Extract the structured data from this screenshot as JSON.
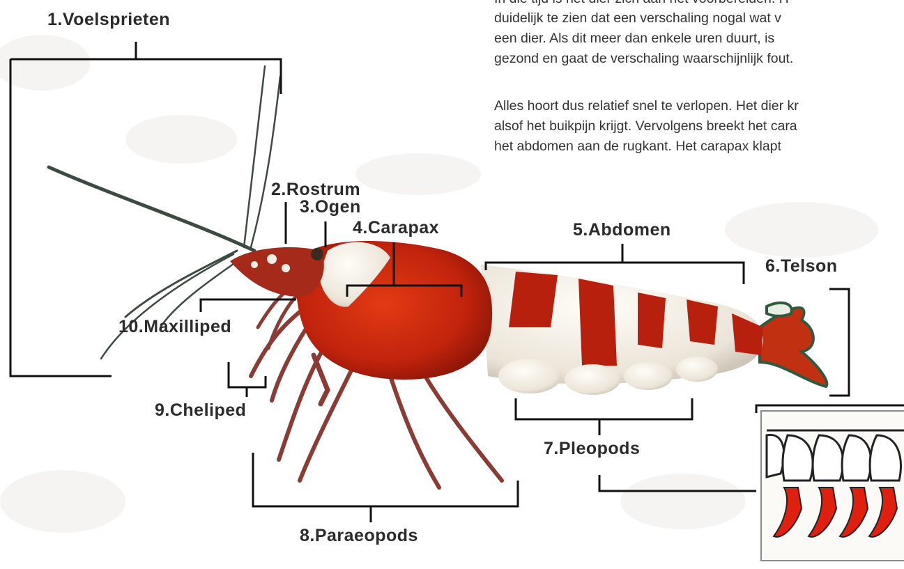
{
  "labels": {
    "antennae": "1.Voelsprieten",
    "rostrum": "2.Rostrum",
    "eyes": "3.Ogen",
    "carapace": "4.Carapax",
    "abdomen": "5.Abdomen",
    "telson": "6.Telson",
    "pleopods": "7.Pleopods",
    "paraeopods": "8.Paraeopods",
    "cheliped": "9.Cheliped",
    "maxilliped": "10.Maxilliped"
  },
  "text": {
    "line_top_cut": "In die tijd is het dier zich aan het voorbereiden. H",
    "line1": "duidelijk te zien dat een verschaling nogal wat v",
    "line2": "een dier. Als dit meer dan enkele uren duurt, is",
    "line3": "gezond en gaat de verschaling waarschijnlijk fout.",
    "line4": "Alles hoort dus relatief snel te verlopen. Het dier kr",
    "line5": "alsof het buikpijn krijgt. Vervolgens breekt het cara",
    "line6": "het abdomen aan de rugkant. Het carapax klapt"
  },
  "colors": {
    "shrimp_red": "#b8200e",
    "shrimp_white": "#f2ede4",
    "leg_red": "#e0200f",
    "bracket": "#111111"
  }
}
